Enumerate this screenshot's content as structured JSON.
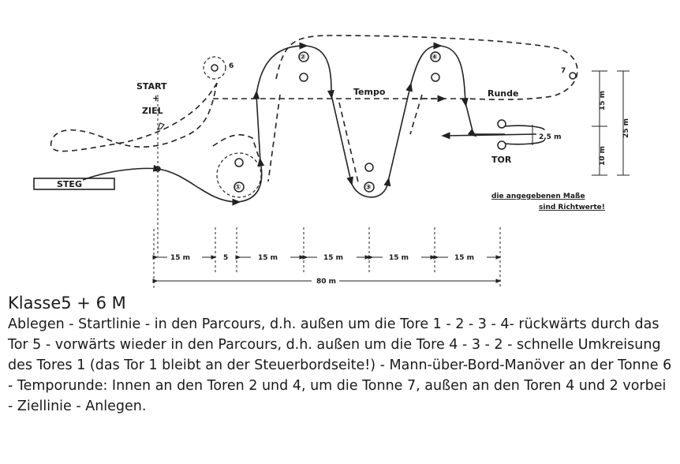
{
  "diagram": {
    "labels": {
      "start": "START",
      "plus": "+",
      "finish": "ZIEL",
      "jetty": "STEG",
      "tempo": "Tempo",
      "lap": "Runde",
      "gate": "TOR",
      "gate_width": "2,5 m",
      "note_line1": "die angegebenen Maße",
      "note_line2": "sind Richtwerte!"
    },
    "gate_numbers": [
      "①",
      "②",
      "③",
      "④"
    ],
    "buoy_numbers": [
      "6",
      "7"
    ],
    "horizontal_dimensions": [
      "15 m",
      "5",
      "15 m",
      "15 m",
      "15 m",
      "15 m"
    ],
    "total_length": "80 m",
    "vertical_dimensions": [
      "15 m",
      "10 m",
      "25 m"
    ]
  },
  "caption": {
    "title": "Klasse5 + 6  M",
    "text": "Ablegen - Startlinie - in den Parcours, d.h. außen um die Tore 1 - 2 - 3 - 4- rückwärts durch das Tor 5 - vorwärts wieder in den Parcours, d.h. außen um die Tore 4 - 3 - 2 - schnelle Umkreisung des Tores 1 (das Tor 1 bleibt an der Steuerbordseite!) - Mann-über-Bord-Manöver an der Tonne 6 - Temporunde: Innen an den Toren 2 und 4, um die Tonne 7, außen an den Toren 4 und 2 vorbei - Ziellinie - Anlegen."
  }
}
